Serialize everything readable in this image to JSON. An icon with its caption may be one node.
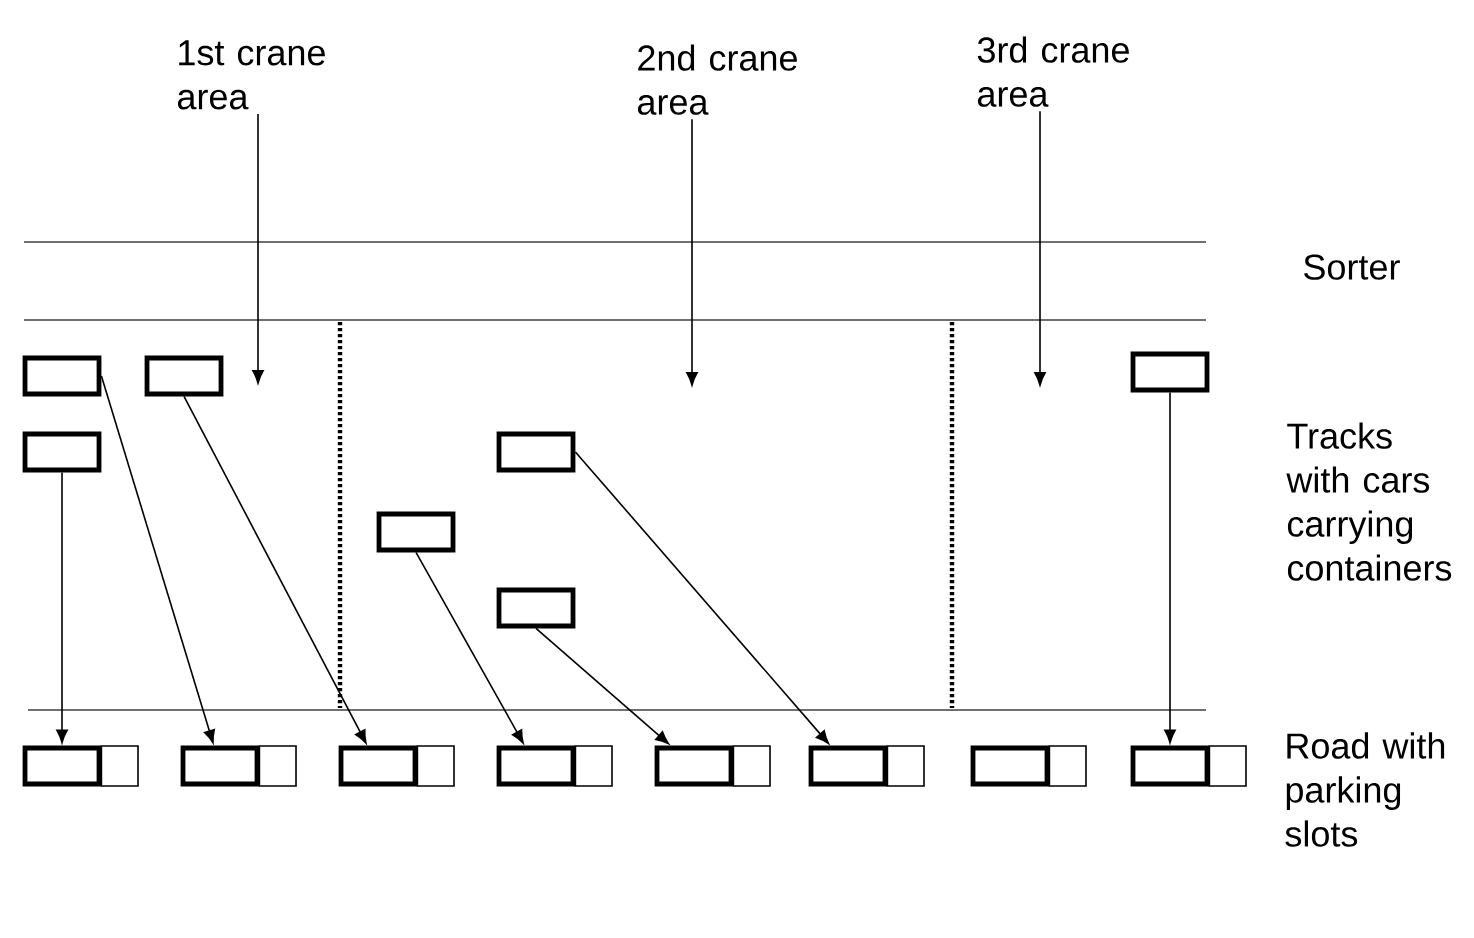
{
  "diagram": {
    "nodes": [
      {
        "text": [
          "1st crane area"
        ]
      },
      {
        "text": [
          "2nd crane area"
        ]
      },
      {
        "text": [
          "3rd crane area"
        ]
      },
      {
        "text": [],
        "shape": "box"
      },
      {
        "text": [],
        "shape": "box"
      },
      {
        "text": [],
        "shape": "box"
      },
      {
        "text": [],
        "shape": "box"
      },
      {
        "text": [],
        "shape": "box"
      },
      {
        "text": [],
        "shape": "box"
      },
      {
        "text": [],
        "shape": "box"
      },
      {
        "text": [],
        "shape": "box"
      },
      {
        "text": [],
        "shape": "box"
      },
      {
        "text": [],
        "shape": "box"
      },
      {
        "text": [],
        "shape": "box"
      },
      {
        "text": [],
        "shape": "box"
      },
      {
        "text": [],
        "shape": "box"
      },
      {
        "text": [],
        "shape": "box"
      },
      {
        "text": [],
        "shape": "box"
      }
    ],
    "edges": [
      {
        "from": 0,
        "to": null,
        "arrow": "to"
      },
      {
        "from": 1,
        "to": null,
        "arrow": "to"
      },
      {
        "from": 2,
        "to": null,
        "arrow": "to"
      },
      {
        "from": 6,
        "to": 10,
        "arrow": "to"
      },
      {
        "from": 3,
        "to": 11,
        "arrow": "to"
      },
      {
        "from": 4,
        "to": 12,
        "arrow": "to"
      },
      {
        "from": 8,
        "to": 13,
        "arrow": "to"
      },
      {
        "from": 9,
        "to": 14,
        "arrow": "to"
      },
      {
        "from": 7,
        "to": 15,
        "arrow": "to"
      },
      {
        "from": 5,
        "to": 17,
        "arrow": "to"
      }
    ],
    "labels": [
      "Sorter",
      "Tracks with cars carrying containers",
      "Road with parking slots"
    ]
  }
}
